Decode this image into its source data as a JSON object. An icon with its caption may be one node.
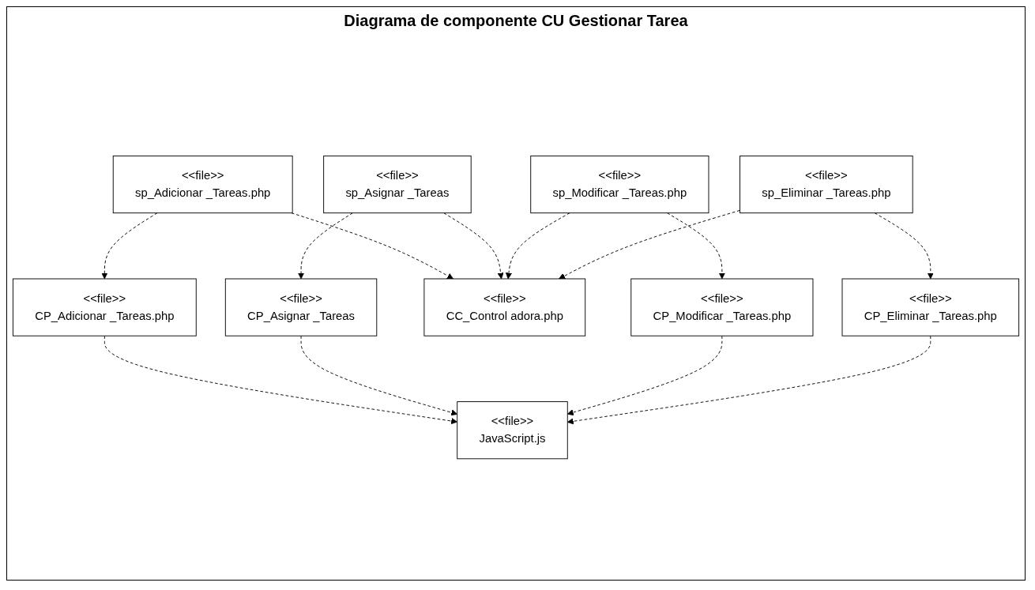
{
  "diagram": {
    "title": "Diagrama de componente CU Gestionar Tarea",
    "nodes": [
      {
        "text": [
          "<<file>>",
          "CP_Adicionar _Tareas.php"
        ]
      },
      {
        "text": [
          "<<file>>",
          "sp_Adicionar _Tareas.php"
        ]
      },
      {
        "text": [
          "<<file>>",
          "CP_Asignar _Tareas"
        ]
      },
      {
        "text": [
          "<<file>>",
          "sp_Asignar _Tareas"
        ]
      },
      {
        "text": [
          "<<file>>",
          "JavaScript.js"
        ]
      },
      {
        "text": [
          "<<file>>",
          "CC_Control adora.php"
        ]
      },
      {
        "text": [
          "<<file>>",
          "CP_Modificar _Tareas.php"
        ]
      },
      {
        "text": [
          "<<file>>",
          "sp_Modificar _Tareas.php"
        ]
      },
      {
        "text": [
          "<<file>>",
          "CP_Eliminar _Tareas.php"
        ]
      },
      {
        "text": [
          "<<file>>",
          "sp_Eliminar _Tareas.php"
        ]
      }
    ],
    "edges": [
      {
        "from": 1,
        "to": 0,
        "arrow": "to",
        "style": "dashed"
      },
      {
        "from": 0,
        "to": 4,
        "arrow": "to",
        "style": "dashed"
      },
      {
        "from": 1,
        "to": 5,
        "arrow": "to",
        "style": "dashed"
      },
      {
        "from": 3,
        "to": 2,
        "arrow": "to",
        "style": "dashed"
      },
      {
        "from": 2,
        "to": 4,
        "arrow": "to",
        "style": "dashed"
      },
      {
        "from": 3,
        "to": 5,
        "arrow": "to",
        "style": "dashed"
      },
      {
        "from": 7,
        "to": 6,
        "arrow": "to",
        "style": "dashed"
      },
      {
        "from": 6,
        "to": 4,
        "arrow": "to",
        "style": "dashed"
      },
      {
        "from": 7,
        "to": 5,
        "arrow": "to",
        "style": "dashed"
      },
      {
        "from": 9,
        "to": 8,
        "arrow": "to",
        "style": "dashed"
      },
      {
        "from": 8,
        "to": 4,
        "arrow": "to",
        "style": "dashed"
      },
      {
        "from": 9,
        "to": 5,
        "arrow": "to",
        "style": "dashed"
      }
    ]
  }
}
